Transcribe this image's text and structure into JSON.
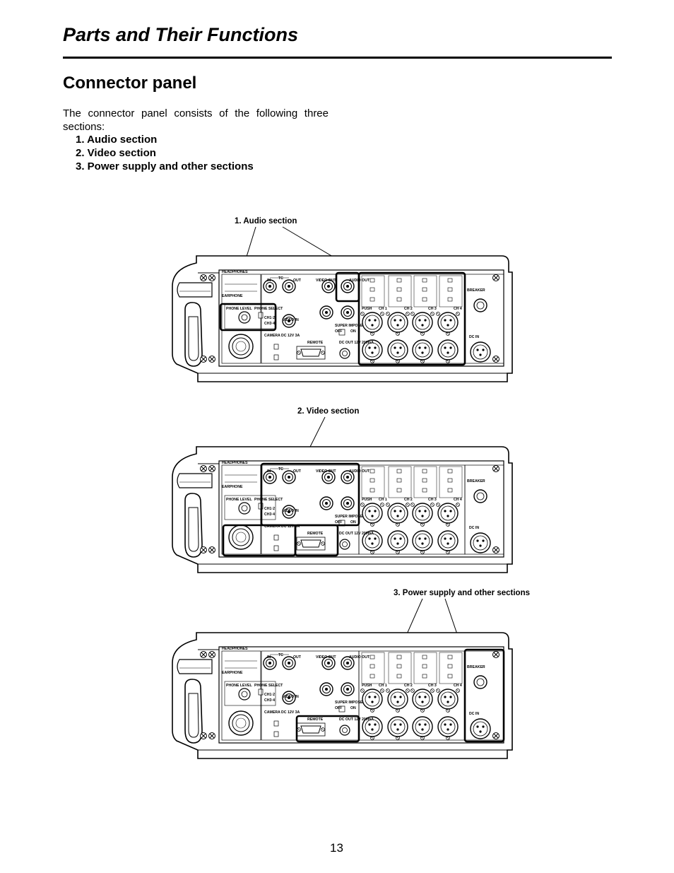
{
  "page": {
    "title": "Parts and Their Functions",
    "section_title": "Connector panel",
    "intro": "The connector panel consists of the following three sections:",
    "sections": [
      "1. Audio section",
      "2. Video section",
      "3. Power supply and other sections"
    ],
    "page_number": "13"
  },
  "callouts": {
    "audio": "1. Audio section",
    "video": "2. Video section",
    "power": "3. Power supply and other sections"
  },
  "panel_labels": {
    "headphones": "HEADPHONES",
    "earphone": "EARPHONE",
    "phone_level": "PHONE LEVEL",
    "phone_select": "PHONE SELECT",
    "ch12": "CH1·2",
    "ch34": "CH3·4",
    "tc": "TC",
    "tc_in": "IN",
    "tc_out": "OUT",
    "video_out": "VIDEO OUT",
    "audio_out": "AUDIO OUT",
    "video_in": "VIDEO IN",
    "camera": "CAMERA DC 12V 3A",
    "remote": "REMOTE",
    "dc_out": "DC OUT 12V 200mA",
    "superimpose": "SUPER IMPOSE",
    "off": "OFF",
    "on": "ON",
    "breaker": "BREAKER",
    "dc_in": "DC IN",
    "push": "PUSH",
    "ch1": "CH 1",
    "ch2": "CH 2",
    "ch3": "CH 3",
    "ch4": "CH 4"
  }
}
